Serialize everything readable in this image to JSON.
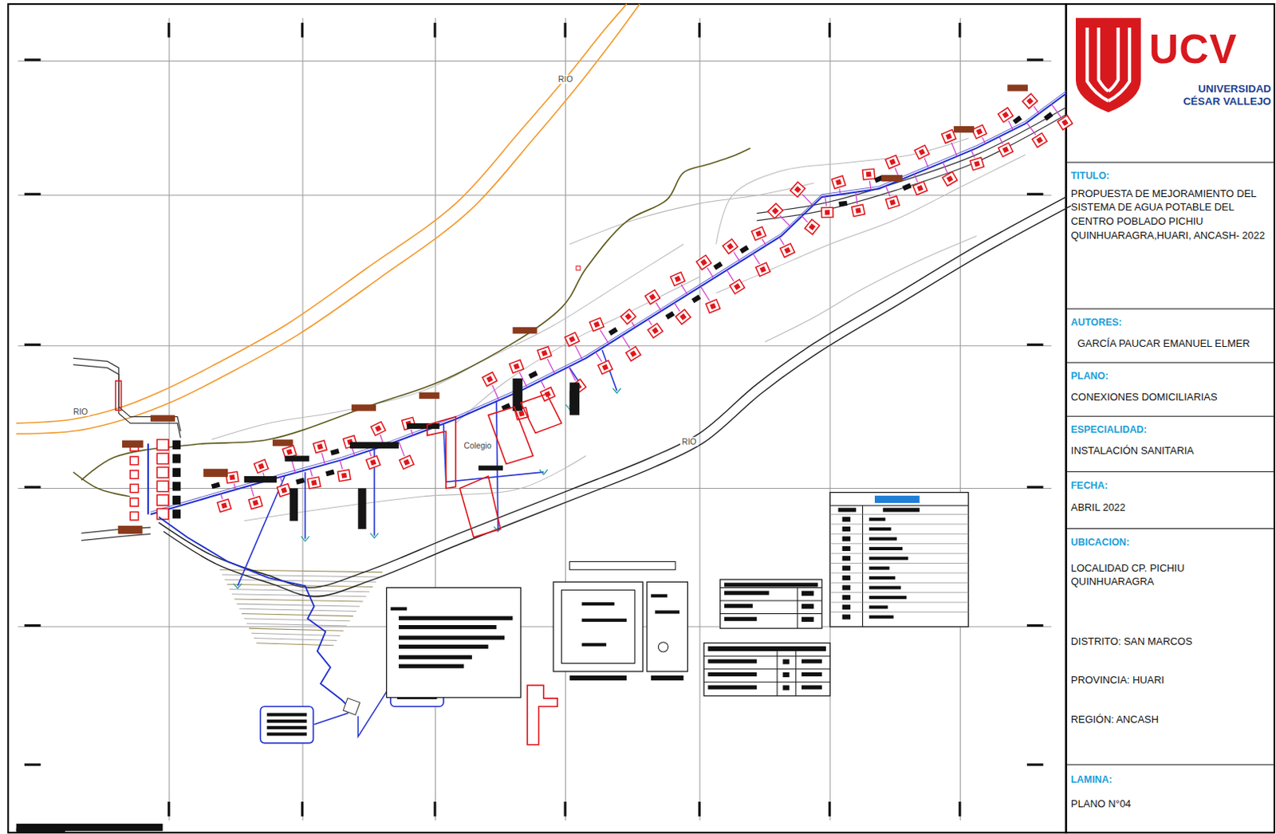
{
  "diagram": {
    "nodes": [
      {
        "text": [
          "UCV",
          "UNIVERSIDAD CÉSAR VALLEJO"
        ]
      },
      {
        "text": [
          "TITULO:",
          "PROPUESTA DE MEJORAMIENTO DEL SISTEMA DE AGUA POTABLE DEL CENTRO POBLADO PICHIU QUINHUARAGRA,HUARI, ANCASH- 2022"
        ]
      },
      {
        "text": [
          "AUTORES:",
          "GARCÍA PAUCAR EMANUEL ELMER"
        ]
      },
      {
        "text": [
          "PLANO:",
          "CONEXIONES DOMICILIARIAS"
        ]
      },
      {
        "text": [
          "ESPECIALIDAD:",
          "INSTALACIÓN SANITARIA"
        ]
      },
      {
        "text": [
          "FECHA:",
          "ABRIL 2022"
        ]
      },
      {
        "text": [
          "UBICACION:",
          "LOCALIDAD CP. PICHIU QUINHUARAGRA",
          "DISTRITO: SAN MARCOS",
          "PROVINCIA: HUARI",
          "REGIÓN: ANCASH"
        ]
      },
      {
        "text": [
          "LAMINA:",
          "PLANO N°04"
        ]
      }
    ],
    "labels": [
      "RIO",
      "RIO",
      "RIO",
      "Colegio"
    ]
  }
}
